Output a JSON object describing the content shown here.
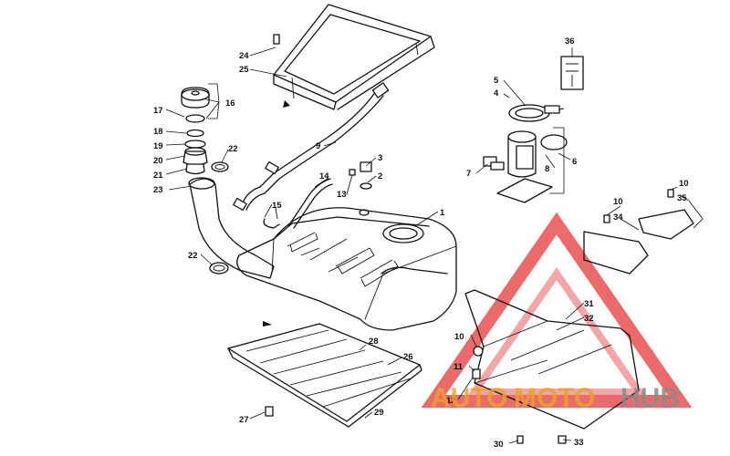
{
  "callouts": [
    "1",
    "2",
    "3",
    "4",
    "5",
    "6",
    "7",
    "8",
    "9",
    "10",
    "10",
    "10",
    "11",
    "12",
    "13",
    "14",
    "15",
    "16",
    "17",
    "18",
    "19",
    "20",
    "21",
    "22",
    "22",
    "23",
    "24",
    "25",
    "26",
    "27",
    "28",
    "29",
    "30",
    "31",
    "32",
    "33",
    "34",
    "35",
    "36"
  ],
  "watermark": {
    "part1": "AUTO",
    "part2": "MOTO",
    "part3": "HUB"
  },
  "colors": {
    "line": "#111111",
    "watermark_red": "#e8393a",
    "watermark_orange": "#f0a02a",
    "watermark_gray": "#8a8a8a"
  }
}
